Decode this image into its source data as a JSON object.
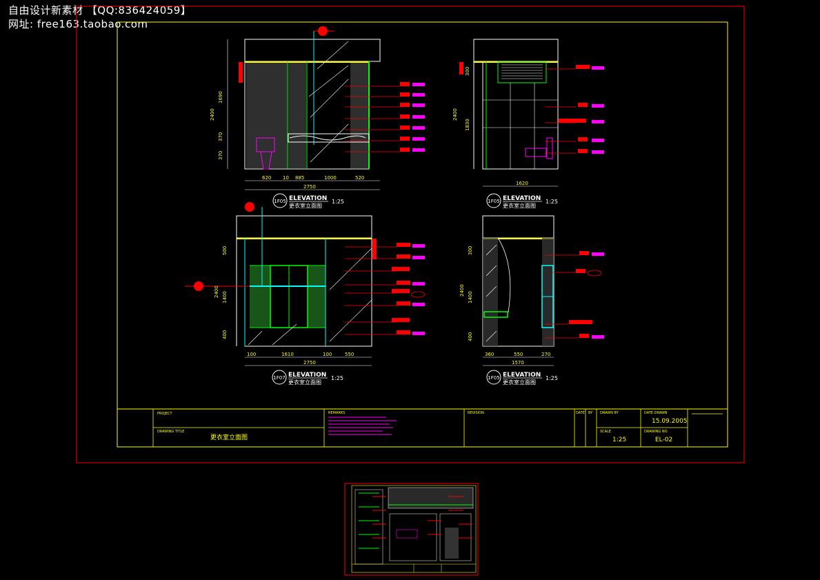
{
  "watermark": {
    "line1": "自由设计新素材   【QQ:836424059】",
    "line2": "网址: free163.taobao.com"
  },
  "drawings": [
    {
      "ref": "1F05",
      "title": "ELEVATION",
      "subtitle": "更衣室立面图",
      "scale": "1:25"
    },
    {
      "ref": "1F05",
      "title": "ELEVATION",
      "subtitle": "更衣室立面图",
      "scale": "1:25"
    },
    {
      "ref": "1F07",
      "title": "ELEVATION",
      "subtitle": "更衣室立面图",
      "scale": "1:25"
    },
    {
      "ref": "1F05",
      "title": "ELEVATION",
      "subtitle": "更衣室立面图",
      "scale": "1:25"
    }
  ],
  "dims": {
    "d1_bottom": [
      "620",
      "10",
      "885",
      "1000",
      "520"
    ],
    "d1_total": "2750",
    "d1_left": [
      "1690",
      "2400",
      "370",
      "370"
    ],
    "d2_bottom": "1620",
    "d2_left": [
      "300",
      "2400",
      "1830"
    ],
    "d3_bottom": [
      "100",
      "1610",
      "100",
      "550"
    ],
    "d3_total": "2750",
    "d3_left": [
      "500",
      "2400",
      "1400",
      "400"
    ],
    "d4_bottom": [
      "360",
      "550",
      "270"
    ],
    "d4_total": "1570",
    "d4_left": [
      "300",
      "2400",
      "1400",
      "400"
    ]
  },
  "title_block": {
    "project_label": "PROJECT",
    "drawing_label": "DRAWING TITLE",
    "drawing_title": "更衣室立面图",
    "scale_value": "1:25",
    "date_value": "15.09.2005",
    "drawing_no": "EL-02",
    "notes_label": "REMARKS",
    "revision_label": "REVISION",
    "date_label": "DATE",
    "by_label": "BY",
    "drawn_label": "DRAWN BY",
    "scale_label": "SCALE",
    "dno_label": "DRAWING NO.",
    "date_head_label": "DATE DRAWN"
  },
  "colors": {
    "frame_red": "#ff0000",
    "frame_yellow": "#ffff00",
    "cad_white": "#ffffff",
    "cad_green": "#00ff00",
    "cad_cyan": "#00ffff",
    "cad_magenta": "#ff00ff"
  }
}
